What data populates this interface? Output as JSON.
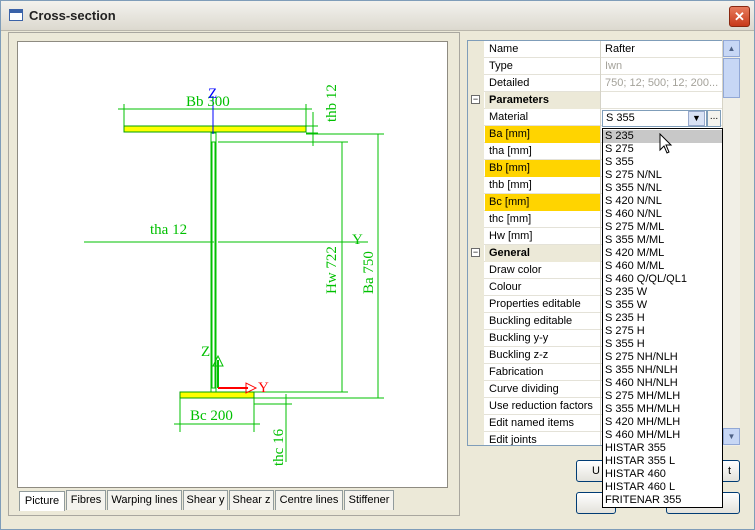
{
  "window": {
    "title": "Cross-section",
    "close_glyph": "✕"
  },
  "drawing": {
    "bb_label": "Bb 300",
    "thb_label": "thb 12",
    "tha_label": "tha 12",
    "hw_label": "Hw 722",
    "ba_label": "Ba 750",
    "bc_label": "Bc 200",
    "thc_label": "thc 16",
    "z_axis_top": "Z",
    "y_axis_right": "Y",
    "local_z": "Z",
    "local_y": "Y"
  },
  "tabs": [
    "Picture",
    "Fibres",
    "Warping lines",
    "Shear y",
    "Shear z",
    "Centre lines",
    "Stiffener"
  ],
  "properties": {
    "rows": [
      {
        "key": "Name",
        "value": "Rafter"
      },
      {
        "key": "Type",
        "value": "Iwn",
        "grey": true
      },
      {
        "key": "Detailed",
        "value": "750; 12; 500; 12; 200...",
        "grey": true
      },
      {
        "key": "Parameters",
        "section": true,
        "expander": "−"
      },
      {
        "key": "Material",
        "value": "S 355"
      },
      {
        "key": "Ba [mm]",
        "hl": true
      },
      {
        "key": "tha [mm]"
      },
      {
        "key": "Bb [mm]",
        "hl": true
      },
      {
        "key": "thb [mm]"
      },
      {
        "key": "Bc [mm]",
        "hl": true
      },
      {
        "key": "thc [mm]"
      },
      {
        "key": "Hw [mm]"
      },
      {
        "key": "General",
        "section": true,
        "expander": "−"
      },
      {
        "key": "Draw color"
      },
      {
        "key": "Colour"
      },
      {
        "key": "Properties editable"
      },
      {
        "key": "Buckling editable"
      },
      {
        "key": "Buckling y-y"
      },
      {
        "key": "Buckling z-z"
      },
      {
        "key": "Fabrication"
      },
      {
        "key": "Curve dividing"
      },
      {
        "key": "Use reduction factors"
      },
      {
        "key": "Edit named items"
      },
      {
        "key": "Edit joints"
      }
    ]
  },
  "material": {
    "selected": "S 355",
    "dots": "...",
    "options": [
      "S 235",
      "S 275",
      "S 355",
      "S 275 N/NL",
      "S 355 N/NL",
      "S 420 N/NL",
      "S 460 N/NL",
      "S 275 M/ML",
      "S 355 M/ML",
      "S 420 M/ML",
      "S 460 M/ML",
      "S 460 Q/QL/QL1",
      "S 235 W",
      "S 355 W",
      "S 235 H",
      "S 275 H",
      "S 355 H",
      "S 275 NH/NLH",
      "S 355 NH/NLH",
      "S 460 NH/NLH",
      "S 275 MH/MLH",
      "S 355 MH/MLH",
      "S 420 MH/MLH",
      "S 460 MH/MLH",
      "HISTAR 355",
      "HISTAR 355 L",
      "HISTAR 460",
      "HISTAR 460 L",
      "FRITENAR 355"
    ],
    "highlighted_index": 0
  },
  "buttons": {
    "left_partial": "U",
    "right_partial": "t"
  },
  "colors": {
    "drawing_green": "#00c000",
    "flange_yellow": "#ffff00",
    "axis_blue": "#0000ff",
    "axis_red": "#ff0000",
    "highlight": "#ffd400"
  }
}
